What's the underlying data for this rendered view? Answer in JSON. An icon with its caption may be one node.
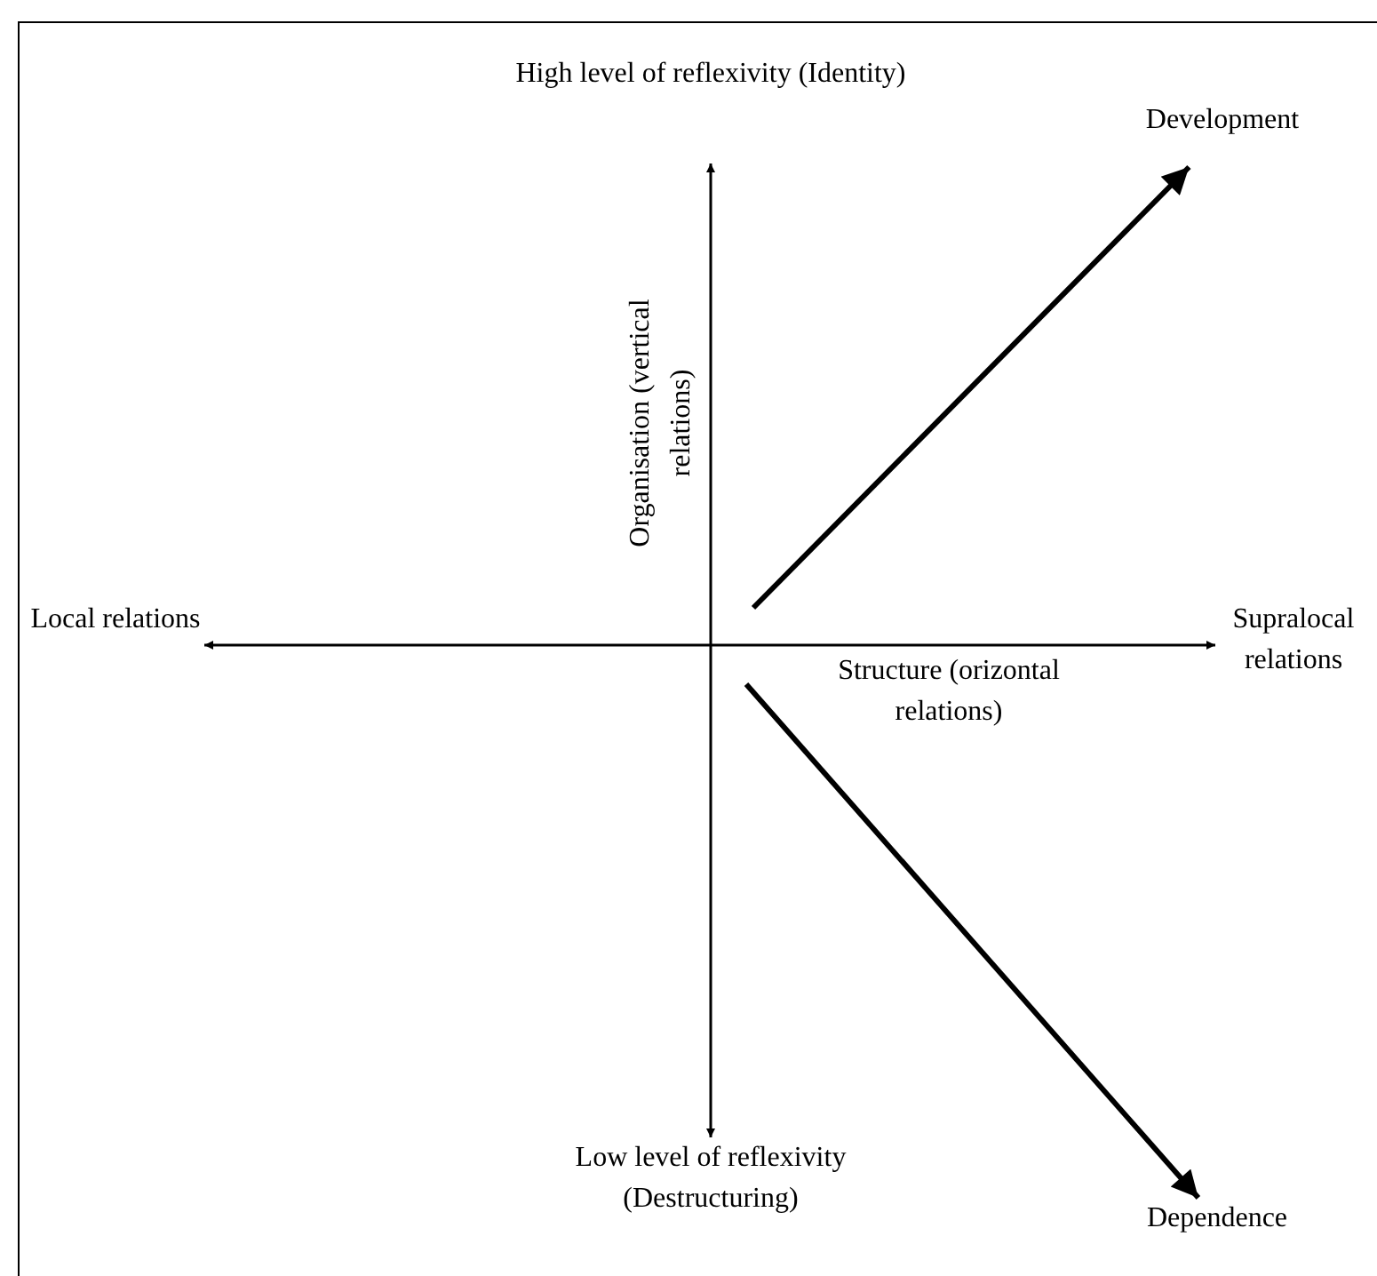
{
  "diagram": {
    "nodes": [
      {
        "text": [
          "High level of reflexivity (Identity)"
        ]
      },
      {
        "text": [
          "Development"
        ]
      },
      {
        "text": [
          "Local relations"
        ]
      },
      {
        "text": [
          "Supralocal relations"
        ]
      },
      {
        "text": [
          "Low level of reflexivity (Destructuring)"
        ]
      },
      {
        "text": [
          "Dependence"
        ]
      }
    ],
    "edges": [
      {
        "from": 0,
        "to": 4,
        "arrow": "both"
      },
      {
        "from": 2,
        "to": 3,
        "arrow": "both"
      },
      {
        "from": null,
        "to": 1,
        "arrow": "to",
        "style": "thick"
      },
      {
        "from": null,
        "to": 5,
        "arrow": "to",
        "style": "thick"
      }
    ],
    "labels": [
      "Organisation (vertical relations)",
      "Structure (orizontal relations)"
    ]
  }
}
